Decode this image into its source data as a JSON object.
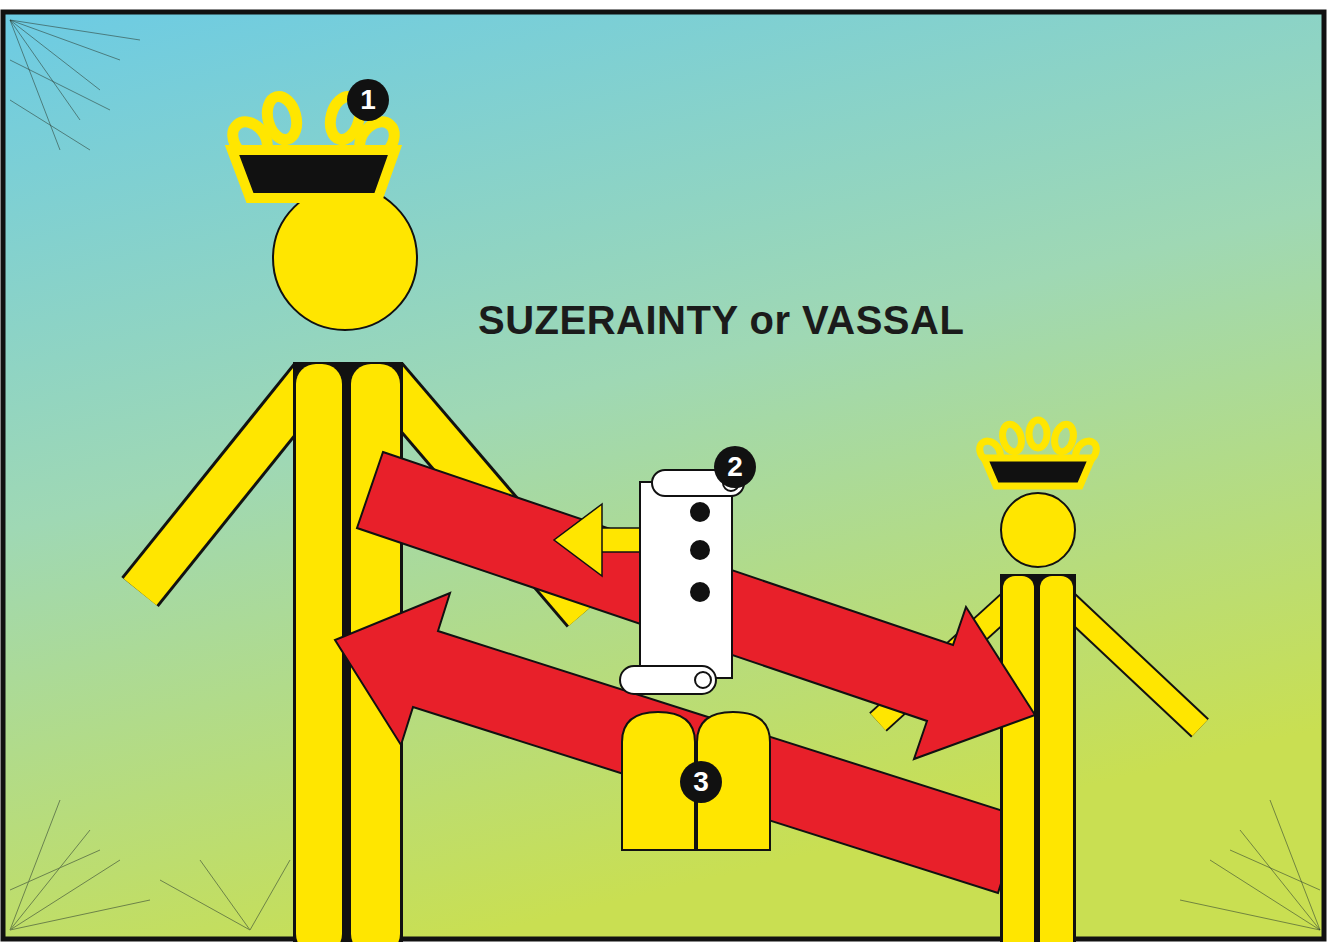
{
  "diagram": {
    "title": "SUZERAINTY or VASSAL",
    "labels": [
      "1",
      "2",
      "3"
    ]
  }
}
